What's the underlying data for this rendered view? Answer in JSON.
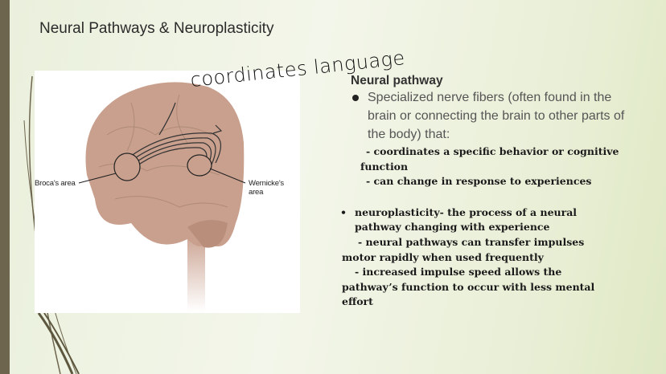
{
  "slide": {
    "title": "Neural Pathways & Neuroplasticity"
  },
  "figure": {
    "broca_label": "Broca's area",
    "wernicke_label": "Wernicke's area",
    "annotation": "coordinates language"
  },
  "content": {
    "heading": "Neural pathway",
    "bullet_lines": [
      "Specialized nerve fibers (often found in the",
      "brain or connecting the brain to other parts of",
      "the body) that:"
    ],
    "sub_lines": [
      "- coordinates a specific behavior or cognitive",
      "function",
      "- can change in response to experiences"
    ],
    "bullet2_marker": "•",
    "bullet2_lines": [
      "neuroplasticity- the process of a neural",
      "pathway changing with experience",
      "- neural pathways can transfer impulses",
      "motor rapidly when used frequently",
      "- increased impulse speed allows the",
      "pathway’s function to occur with less mental",
      "effort"
    ]
  },
  "colors": {
    "sidebar": "#6e654e",
    "brain": "#c9a08e"
  }
}
